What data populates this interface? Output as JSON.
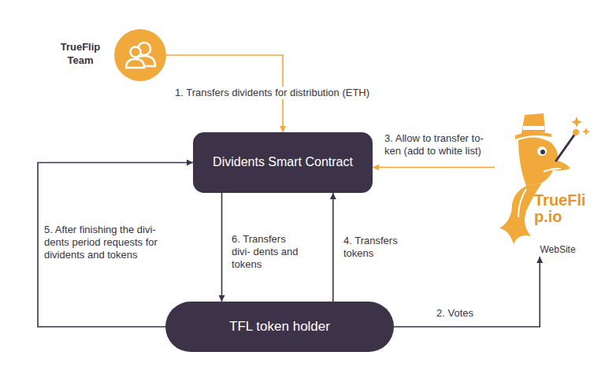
{
  "diagram": {
    "nodes": [
      {
        "text": [
          "TrueFlip Team"
        ]
      },
      {
        "text": [
          "Dividents Smart Contract"
        ]
      },
      {
        "text": [
          "TrueFlip.io",
          "WebSite"
        ]
      },
      {
        "text": [
          "TFL token holder"
        ]
      }
    ],
    "edges": [
      {
        "from": 0,
        "to": 1,
        "label": "1. Transfers dividents for distribution (ETH)",
        "arrow": "to"
      },
      {
        "from": 3,
        "to": 2,
        "label": "2. Votes",
        "arrow": "to"
      },
      {
        "from": 2,
        "to": 1,
        "label": "3. Allow to transfer to- ken (add to white list)",
        "arrow": "to"
      },
      {
        "from": 3,
        "to": 1,
        "label": "4. Transfers tokens",
        "arrow": "to"
      },
      {
        "from": 3,
        "to": 1,
        "label": "5. After finishing the divi- dents period requests for dividents and tokens",
        "arrow": "to"
      },
      {
        "from": 1,
        "to": 3,
        "label": "6. Transfers divi- dents and tokens",
        "arrow": "to"
      }
    ]
  }
}
